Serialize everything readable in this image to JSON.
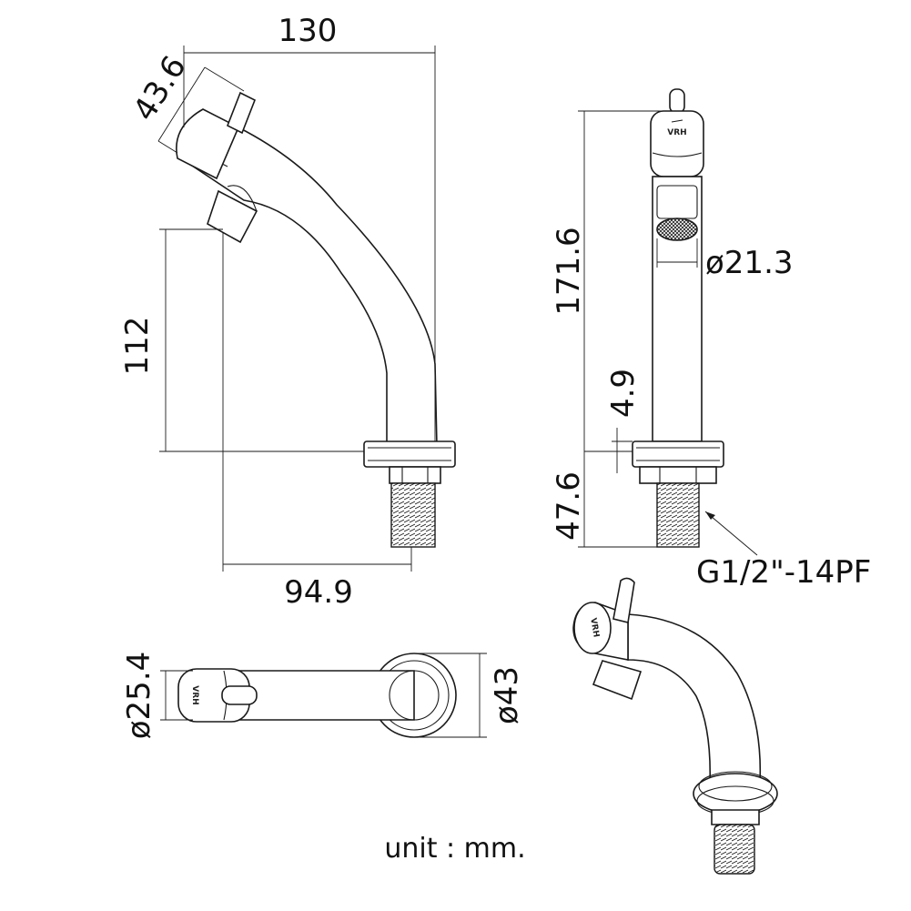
{
  "drawing": {
    "dimensions": {
      "overall_length": "130",
      "handle_offset": "43.6",
      "spout_height": "112",
      "reach": "94.9",
      "total_height": "171.6",
      "outlet_diameter": "ø21.3",
      "flange_thickness": "4.9",
      "shank_length": "47.6",
      "thread_spec": "G1/2\"-14PF",
      "body_diameter": "ø25.4",
      "flange_diameter": "ø43"
    },
    "logo": "VRH",
    "unit_note": "unit : mm."
  },
  "colors": {
    "line": "#1a1a1a",
    "background": "#ffffff"
  }
}
